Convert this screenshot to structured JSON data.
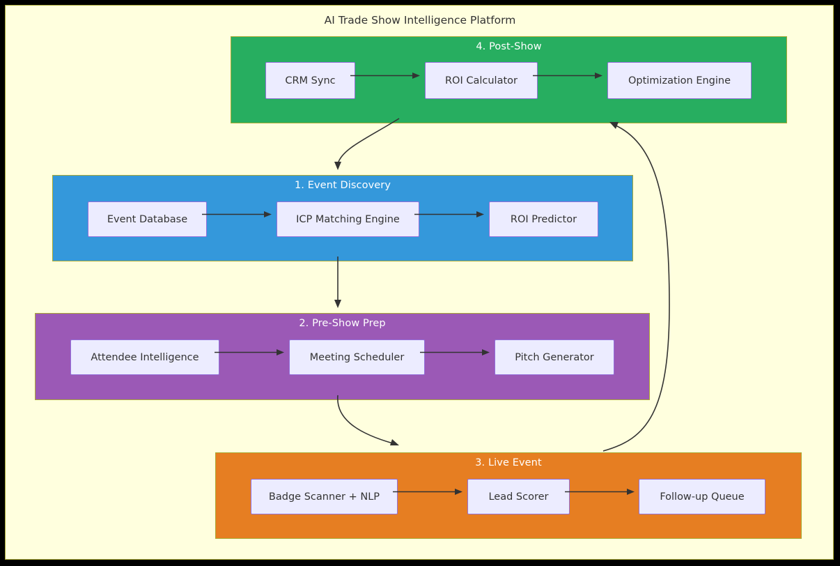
{
  "diagram": {
    "title": "AI Trade Show Intelligence Platform",
    "background_color": "#ffffde",
    "frame_color": "#000000",
    "node_fill": "#ececff",
    "node_border": "#9370db",
    "edge_color": "#333333",
    "clusters": [
      {
        "id": "post-show",
        "label": "4. Post-Show",
        "color": "#27ae60",
        "nodes": [
          {
            "id": "crm-sync",
            "label": "CRM Sync"
          },
          {
            "id": "roi-calculator",
            "label": "ROI Calculator"
          },
          {
            "id": "optimization-engine",
            "label": "Optimization Engine"
          }
        ]
      },
      {
        "id": "event-discovery",
        "label": "1. Event Discovery",
        "color": "#3498db",
        "nodes": [
          {
            "id": "event-database",
            "label": "Event Database"
          },
          {
            "id": "icp-matching-engine",
            "label": "ICP Matching Engine"
          },
          {
            "id": "roi-predictor",
            "label": "ROI Predictor"
          }
        ]
      },
      {
        "id": "pre-show-prep",
        "label": "2. Pre-Show Prep",
        "color": "#9b59b6",
        "nodes": [
          {
            "id": "attendee-intelligence",
            "label": "Attendee Intelligence"
          },
          {
            "id": "meeting-scheduler",
            "label": "Meeting Scheduler"
          },
          {
            "id": "pitch-generator",
            "label": "Pitch Generator"
          }
        ]
      },
      {
        "id": "live-event",
        "label": "3. Live Event",
        "color": "#e67e22",
        "nodes": [
          {
            "id": "badge-scanner-nlp",
            "label": "Badge Scanner + NLP"
          },
          {
            "id": "lead-scorer",
            "label": "Lead Scorer"
          },
          {
            "id": "followup-queue",
            "label": "Follow-up Queue"
          }
        ]
      }
    ],
    "edges": [
      {
        "from": "crm-sync",
        "to": "roi-calculator",
        "style": "straight"
      },
      {
        "from": "roi-calculator",
        "to": "optimization-engine",
        "style": "straight"
      },
      {
        "from": "event-database",
        "to": "icp-matching-engine",
        "style": "straight"
      },
      {
        "from": "icp-matching-engine",
        "to": "roi-predictor",
        "style": "straight"
      },
      {
        "from": "attendee-intelligence",
        "to": "meeting-scheduler",
        "style": "straight"
      },
      {
        "from": "meeting-scheduler",
        "to": "pitch-generator",
        "style": "straight"
      },
      {
        "from": "badge-scanner-nlp",
        "to": "lead-scorer",
        "style": "straight"
      },
      {
        "from": "lead-scorer",
        "to": "followup-queue",
        "style": "straight"
      },
      {
        "from": "post-show",
        "to": "event-discovery",
        "style": "curved"
      },
      {
        "from": "event-discovery",
        "to": "pre-show-prep",
        "style": "straight"
      },
      {
        "from": "pre-show-prep",
        "to": "live-event",
        "style": "curved"
      },
      {
        "from": "live-event",
        "to": "post-show",
        "style": "curved"
      }
    ]
  }
}
